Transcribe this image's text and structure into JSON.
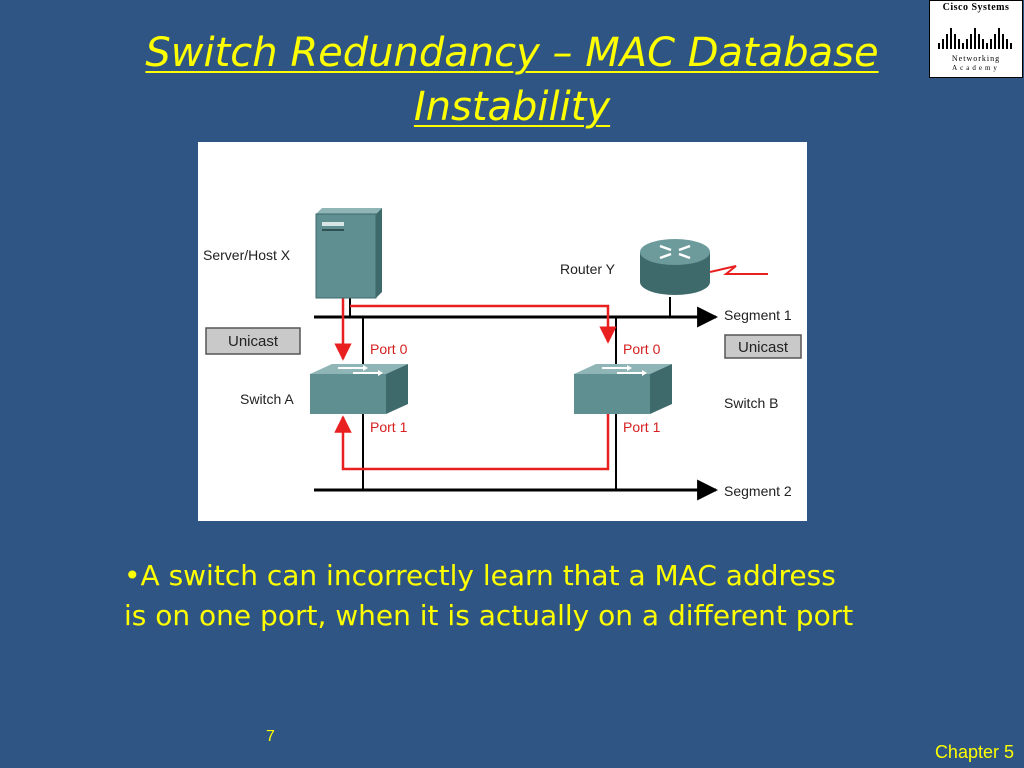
{
  "slide": {
    "title_line1": "Switch Redundancy – MAC Database",
    "title_line2": "Instability",
    "bullet": "•A switch can incorrectly learn that a MAC address is on one port, when it is actually on a different port",
    "page_number": "7",
    "chapter": "Chapter 5"
  },
  "logo": {
    "line1": "Cisco Systems",
    "line2": "Networking",
    "line3": "Academy"
  },
  "diagram": {
    "server_label": "Server/Host X",
    "router_label": "Router Y",
    "segment1_label": "Segment 1",
    "segment2_label": "Segment 2",
    "switch_a_label": "Switch A",
    "switch_b_label": "Switch B",
    "unicast_left": "Unicast",
    "unicast_right": "Unicast",
    "a_port0": "Port 0",
    "a_port1": "Port 1",
    "b_port0": "Port 0",
    "b_port1": "Port 1"
  },
  "colors": {
    "background": "#2e5584",
    "text_accent": "#ffff00",
    "path_red": "#e8201f",
    "device_teal": "#5f8f90",
    "port_label_red": "#d62020"
  }
}
